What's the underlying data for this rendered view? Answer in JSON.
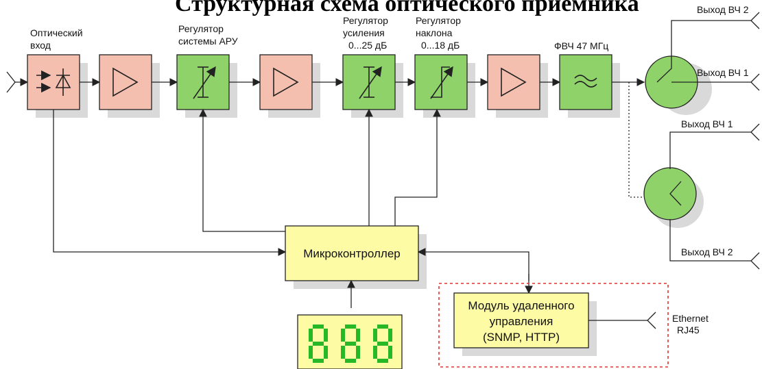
{
  "title": "Структурная схема оптического приемника",
  "labels": {
    "optical_input_1": "Оптический",
    "optical_input_2": "вход",
    "agc_1": "Регулятор",
    "agc_2": "системы АРУ",
    "gain_1": "Регулятор",
    "gain_2": "усиления",
    "gain_3": "0...25 дБ",
    "tilt_1": "Регулятор",
    "tilt_2": "наклона",
    "tilt_3": "0...18 дБ",
    "hpf": "ФВЧ 47 МГц",
    "rf_out2_top": "Выход ВЧ 2",
    "rf_out1_top": "Выход ВЧ 1",
    "rf_out1_bottom": "Выход ВЧ 1",
    "rf_out2_bottom": "Выход ВЧ 2",
    "mcu": "Микроконтроллер",
    "remote_1": "Модуль удаленного",
    "remote_2": "управления",
    "remote_3": "(SNMP, HTTP)",
    "ethernet_1": "Ethernet",
    "ethernet_2": "RJ45"
  },
  "colors": {
    "amplifier_block": "#f4bfae",
    "regulator_block": "#8fd26a",
    "controller_block": "#fdfba3",
    "display_digits": "#26b826",
    "remote_border": "#e03030"
  },
  "icons": [
    "photodiode-icon",
    "amplifier-triangle-icon",
    "variable-attenuator-icon",
    "tilt-regulator-icon",
    "highpass-filter-icon",
    "rf-splitter-icon",
    "antenna-connector-icon",
    "seven-segment-display-icon"
  ]
}
